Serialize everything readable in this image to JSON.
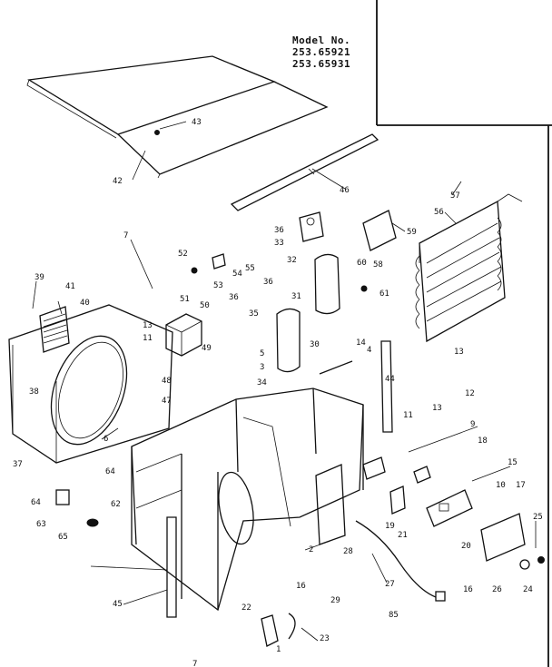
{
  "model": {
    "heading": "Model No.",
    "numbers": [
      "253.65921",
      "253.65931"
    ]
  },
  "callouts": [
    {
      "id": "c1",
      "text": "43"
    },
    {
      "id": "c2",
      "text": "42"
    },
    {
      "id": "c3",
      "text": "46"
    },
    {
      "id": "c4",
      "text": "36"
    },
    {
      "id": "c5",
      "text": "33"
    },
    {
      "id": "c6",
      "text": "32"
    },
    {
      "id": "c7",
      "text": "36"
    },
    {
      "id": "c8",
      "text": "31"
    },
    {
      "id": "c9",
      "text": "30"
    },
    {
      "id": "c10",
      "text": "59"
    },
    {
      "id": "c11",
      "text": "58"
    },
    {
      "id": "c12",
      "text": "60"
    },
    {
      "id": "c13",
      "text": "61"
    },
    {
      "id": "c14",
      "text": "57"
    },
    {
      "id": "c15",
      "text": "56"
    },
    {
      "id": "c16",
      "text": "7"
    },
    {
      "id": "c17",
      "text": "52"
    },
    {
      "id": "c18",
      "text": "53"
    },
    {
      "id": "c19",
      "text": "54"
    },
    {
      "id": "c20",
      "text": "55"
    },
    {
      "id": "c21",
      "text": "51"
    },
    {
      "id": "c22",
      "text": "50"
    },
    {
      "id": "c23",
      "text": "36"
    },
    {
      "id": "c24",
      "text": "35"
    },
    {
      "id": "c25",
      "text": "5"
    },
    {
      "id": "c26",
      "text": "3"
    },
    {
      "id": "c27",
      "text": "34"
    },
    {
      "id": "c28",
      "text": "14"
    },
    {
      "id": "c29",
      "text": "13"
    },
    {
      "id": "c30",
      "text": "12"
    },
    {
      "id": "c31",
      "text": "39"
    },
    {
      "id": "c32",
      "text": "41"
    },
    {
      "id": "c33",
      "text": "40"
    },
    {
      "id": "c34",
      "text": "13"
    },
    {
      "id": "c35",
      "text": "11"
    },
    {
      "id": "c36",
      "text": "49"
    },
    {
      "id": "c37",
      "text": "48"
    },
    {
      "id": "c38",
      "text": "47"
    },
    {
      "id": "c39",
      "text": "38"
    },
    {
      "id": "c40",
      "text": "37"
    },
    {
      "id": "c41",
      "text": "6"
    },
    {
      "id": "c42",
      "text": "4"
    },
    {
      "id": "c43",
      "text": "44"
    },
    {
      "id": "c44",
      "text": "11"
    },
    {
      "id": "c45",
      "text": "13"
    },
    {
      "id": "c46",
      "text": "9"
    },
    {
      "id": "c47",
      "text": "18"
    },
    {
      "id": "c48",
      "text": "15"
    },
    {
      "id": "c49",
      "text": "10"
    },
    {
      "id": "c50",
      "text": "17"
    },
    {
      "id": "c51",
      "text": "19"
    },
    {
      "id": "c52",
      "text": "21"
    },
    {
      "id": "c53",
      "text": "20"
    },
    {
      "id": "c54",
      "text": "25"
    },
    {
      "id": "c55",
      "text": "64"
    },
    {
      "id": "c56",
      "text": "64"
    },
    {
      "id": "c57",
      "text": "63"
    },
    {
      "id": "c58",
      "text": "62"
    },
    {
      "id": "c59",
      "text": "65"
    },
    {
      "id": "c60",
      "text": "2"
    },
    {
      "id": "c61",
      "text": "28"
    },
    {
      "id": "c62",
      "text": "16"
    },
    {
      "id": "c63",
      "text": "29"
    },
    {
      "id": "c64",
      "text": "27"
    },
    {
      "id": "c65",
      "text": "16"
    },
    {
      "id": "c66",
      "text": "26"
    },
    {
      "id": "c67",
      "text": "24"
    },
    {
      "id": "c68",
      "text": "85"
    },
    {
      "id": "c69",
      "text": "45"
    },
    {
      "id": "c70",
      "text": "22"
    },
    {
      "id": "c71",
      "text": "23"
    },
    {
      "id": "c72",
      "text": "1"
    },
    {
      "id": "c73",
      "text": "7"
    }
  ]
}
